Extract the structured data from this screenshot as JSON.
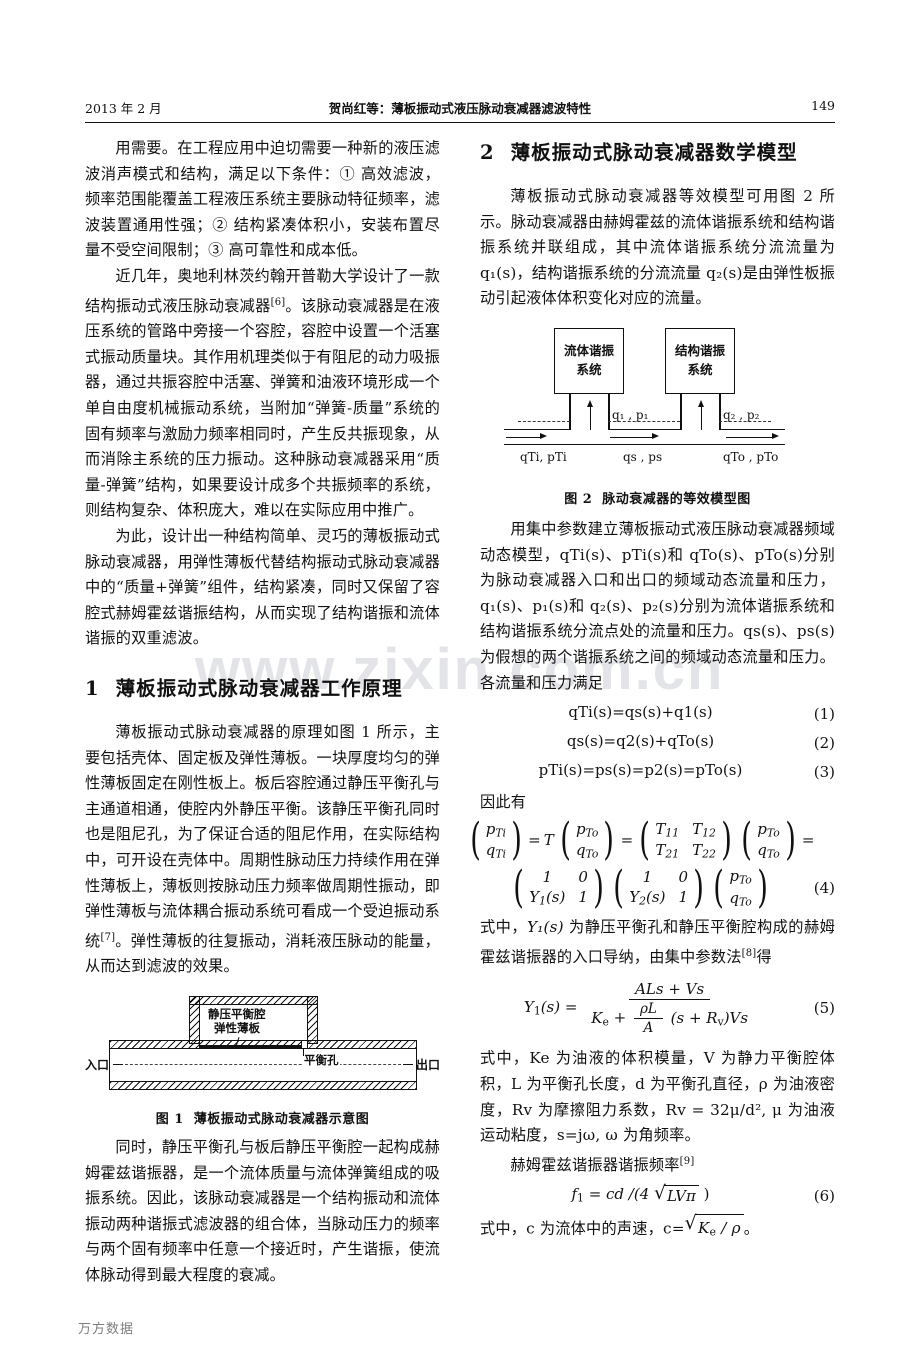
{
  "header": {
    "date": "2013 年 2 月",
    "title": "贺尚红等：薄板振动式液压脉动衰减器滤波特性",
    "page_number": "149"
  },
  "watermarks": {
    "center": "www.zixin.com.cn",
    "footer": "万方数据"
  },
  "left_column": {
    "para1": "用需要。在工程应用中迫切需要一种新的液压滤波消声模式和结构，满足以下条件：① 高效滤波，频率范围能覆盖工程液压系统主要脉动特征频率，滤波装置通用性强；② 结构紧凑体积小，安装布置尽量不受空间限制；③ 高可靠性和成本低。",
    "para2_a": "近几年，奥地利林茨约翰开普勒大学设计了一款结构振动式液压脉动衰减器",
    "para2_ref": "[6]",
    "para2_b": "。该脉动衰减器是在液压系统的管路中旁接一个容腔，容腔中设置一个活塞式振动质量块。其作用机理类似于有阻尼的动力吸振器，通过共振容腔中活塞、弹簧和油液环境形成一个单自由度机械振动系统，当附加“弹簧-质量”系统的固有频率与激励力频率相同时，产生反共振现象，从而消除主系统的压力振动。这种脉动衰减器采用“质量-弹簧”结构，如果要设计成多个共振频率的系统，则结构复杂、体积庞大，难以在实际应用中推广。",
    "para3": "为此，设计出一种结构简单、灵巧的薄板振动式脉动衰减器，用弹性薄板代替结构振动式脉动衰减器中的“质量+弹簧”组件，结构紧凑，同时又保留了容腔式赫姆霍兹谐振结构，从而实现了结构谐振和流体谐振的双重滤波。",
    "section1": {
      "number": "1",
      "title": "薄板振动式脉动衰减器工作原理"
    },
    "para4_a": "薄板振动式脉动衰减器的原理如图 1 所示，主要包括壳体、固定板及弹性薄板。一块厚度均匀的弹性薄板固定在刚性板上。板后容腔通过静压平衡孔与主通道相通，使腔内外静压平衡。该静压平衡孔同时也是阻尼孔，为了保证合适的阻尼作用，在实际结构中，可开设在壳体中。周期性脉动压力持续作用在弹性薄板上，薄板则按脉动压力频率做周期性振动，即弹性薄板与流体耦合振动系统可看成一个受迫振动系统",
    "para4_ref": "[7]",
    "para4_b": "。弹性薄板的往复振动，消耗液压脉动的能量，从而达到滤波的效果。",
    "figure1": {
      "caption_number": "图 1",
      "caption_text": "薄板振动式脉动衰减器示意图",
      "label_chamber": "静压平衡腔",
      "label_plate": "弹性薄板",
      "label_hole": "平衡孔",
      "label_inlet": "入口",
      "label_outlet": "出口"
    },
    "para5": "同时，静压平衡孔与板后静压平衡腔一起构成赫姆霍兹谐振器，是一个流体质量与流体弹簧组成的吸振系统。因此，该脉动衰减器是一个结构振动和流体振动两种谐振式滤波器的组合体，当脉动压力的频率与两个固有频率中任意一个接近时，产生谐振，使流体脉动得到最大程度的衰减。"
  },
  "right_column": {
    "section2": {
      "number": "2",
      "title": "薄板振动式脉动衰减器数学模型"
    },
    "para1": "薄板振动式脉动衰减器等效模型可用图 2 所示。脉动衰减器由赫姆霍兹的流体谐振系统和结构谐振系统并联组成，其中流体谐振系统分流流量为 q₁(s)，结构谐振系统的分流流量 q₂(s)是由弹性板振动引起液体体积变化对应的流量。",
    "figure2": {
      "caption_number": "图 2",
      "caption_text": "脉动衰减器的等效模型图",
      "box_a_line1": "流体谐振",
      "box_a_line2": "系统",
      "box_b_line1": "结构谐振",
      "box_b_line2": "系统",
      "label_q1p1": "q₁ , p₁",
      "label_q2p2": "q₂ , p₂",
      "label_in": "qTi, pTi",
      "label_mid": "qs , ps",
      "label_out": "qTo , pTo"
    },
    "para2": "用集中参数建立薄板振动式液压脉动衰减器频域动态模型，qTi(s)、pTi(s)和 qTo(s)、pTo(s)分别为脉动衰减器入口和出口的频域动态流量和压力，q₁(s)、p₁(s)和 q₂(s)、p₂(s)分别为流体谐振系统和结构谐振系统分流点处的流量和压力。qs(s)、ps(s)为假想的两个谐振系统之间的频域动态流量和压力。各流量和压力满足",
    "eq1": {
      "text": "qTi(s)=qs(s)+q1(s)",
      "number": "(1)"
    },
    "eq2": {
      "text": "qs(s)=q2(s)+qTo(s)",
      "number": "(2)"
    },
    "eq3": {
      "text": "pTi(s)=ps(s)=p2(s)=pTo(s)",
      "number": "(3)"
    },
    "lead_therefore": "因此有",
    "eq4": {
      "number": "(4)",
      "lhs_top": "p",
      "lhs_top_sub": "Ti",
      "lhs_bot": "q",
      "lhs_bot_sub": "Ti",
      "T": "T",
      "v_top": "p",
      "v_top_sub": "To",
      "v_bot": "q",
      "v_bot_sub": "To",
      "t11": "T11",
      "t12": "T12",
      "t21": "T21",
      "t22": "T22",
      "one": "1",
      "zero": "0",
      "y1": "Y1(s)",
      "y2": "Y2(s)"
    },
    "para3_a": "式中，",
    "para3_y1": "Y₁(s)",
    "para3_b": " 为静压平衡孔和静压平衡腔构成的赫姆霍兹谐振器的入口导纳，由集中参数法",
    "para3_ref": "[8]",
    "para3_c": "得",
    "eq5": {
      "number": "(5)",
      "lhs": "Y1(s)",
      "numerator": "ALs + Vs",
      "den_a": "Ke",
      "den_frac_num": "ρL",
      "den_frac_den": "A",
      "den_b": "(s + Rv)Vs"
    },
    "para4": "式中，Ke 为油液的体积模量，V 为静力平衡腔体积，L 为平衡孔长度，d 为平衡孔直径，ρ 为油液密度，Rv 为摩擦阻力系数，Rv = 32μ/d², μ 为油液运动粘度，s=jω, ω 为角频率。",
    "para5_a": "赫姆霍兹谐振器谐振频率",
    "para5_ref": "[9]",
    "eq6": {
      "number": "(6)",
      "lhs": "f1",
      "rhs_pre": "cd /(4",
      "rhs_rad": "LVπ",
      "rhs_post": ")"
    },
    "para6_a": "式中，c 为流体中的声速，c=",
    "para6_rad_num": "Ke",
    "para6_rad_den": "ρ",
    "para6_b": "。"
  }
}
